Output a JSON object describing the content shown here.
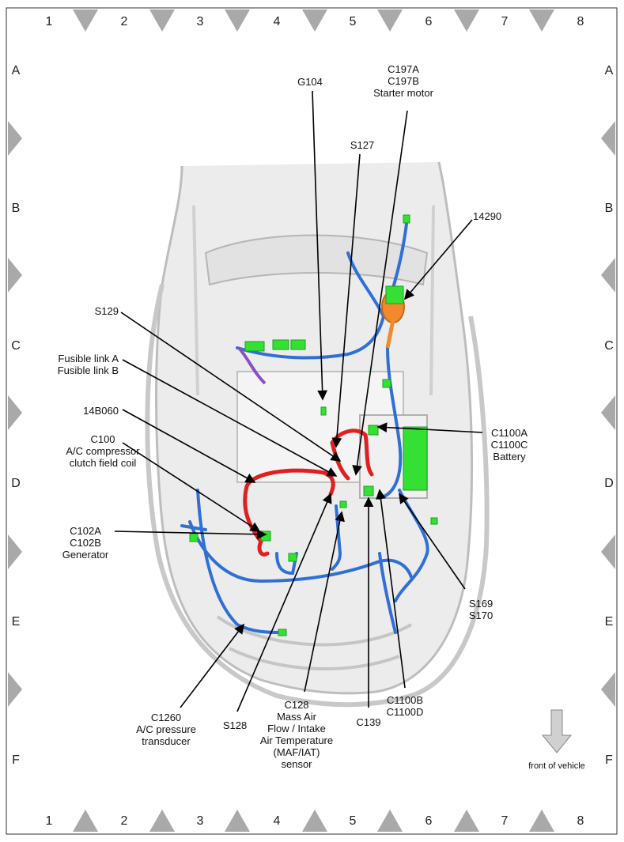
{
  "grid": {
    "columns": [
      "1",
      "2",
      "3",
      "4",
      "5",
      "6",
      "7",
      "8"
    ],
    "rows": [
      "A",
      "B",
      "C",
      "D",
      "E",
      "F"
    ]
  },
  "callouts": {
    "g104": [
      "G104"
    ],
    "c197": [
      "C197A",
      "C197B",
      "Starter motor"
    ],
    "s127": [
      "S127"
    ],
    "c14290": [
      "14290"
    ],
    "s129": [
      "S129"
    ],
    "fusible": [
      "Fusible link A",
      "Fusible link B"
    ],
    "b14060": [
      "14B060"
    ],
    "c100": [
      "C100",
      "A/C compressor",
      "clutch field coil"
    ],
    "c1100a": [
      "C1100A",
      "C1100C",
      "Battery"
    ],
    "c102": [
      "C102A",
      "C102B",
      "Generator"
    ],
    "s169": [
      "S169",
      "S170"
    ],
    "c1260": [
      "C1260",
      "A/C pressure",
      "transducer"
    ],
    "s128": [
      "S128"
    ],
    "c128": [
      "C128",
      "Mass Air",
      "Flow / Intake",
      "Air Temperature",
      "(MAF/IAT)",
      "sensor"
    ],
    "c139": [
      "C139"
    ],
    "c1100b": [
      "C1100B",
      "C1100D"
    ]
  },
  "legend": {
    "front_label": "front of vehicle",
    "arrow_icon": "down-arrow-icon"
  },
  "colors": {
    "harness_blue": "#2f6fd6",
    "harness_red": "#e02020",
    "harness_green": "#35e035",
    "harness_orange": "#f08a2a",
    "harness_purple": "#8a4fc8",
    "marker_gray": "#a9a9a9"
  }
}
